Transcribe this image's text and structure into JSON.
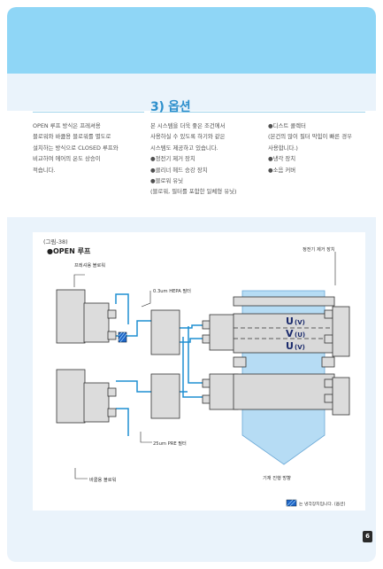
{
  "section": {
    "heading": "3) 옵션"
  },
  "columns": {
    "left": [
      "OPEN 루프 방식은 프레셔용",
      "블로워와 바큠용 블로워를 별도로",
      "설치하는 방식으로 CLOSED 루프와",
      "비교하여 에어의 온도 상승이",
      "적습니다."
    ],
    "middle": [
      "본 시스템을 더욱 좋은 조건에서",
      "사용하실 수 있도록 하기와 같은",
      "시스템도 제공하고 있습니다.",
      "●정전기 제거 장치",
      "●클리너 헤드 승강 장치",
      "●블로워 유닛",
      "(블로워, 필터를 포함한 일체형 유닛)"
    ],
    "right": [
      "●디스트 콜렉터",
      "(본건의 많이 필터 막힘이 빠른 경우",
      "사용합니다.)",
      "●냉각 장치",
      "●소음 커버"
    ]
  },
  "figure": {
    "caption": "(그림-38)",
    "title": "●OPEN 루프",
    "labels": {
      "pressure_blower": "프레셔용 블로워",
      "hepa_filter": "0.3um HEPA 필터",
      "static_remover": "정전기 제거 장치",
      "pre_filter": "25um PRE 필터",
      "vacuum_blower": "바큠용 블로워",
      "substrate_direction": "기재 진행 방향",
      "cooling_note": "는 냉각장치입니다. (옵션)",
      "u_top": "U",
      "v_top": "(V)",
      "v_mid": "V",
      "u_mid": "(U)",
      "u_bot": "U",
      "v_bot": "(V)"
    }
  },
  "page": {
    "number": "6"
  }
}
